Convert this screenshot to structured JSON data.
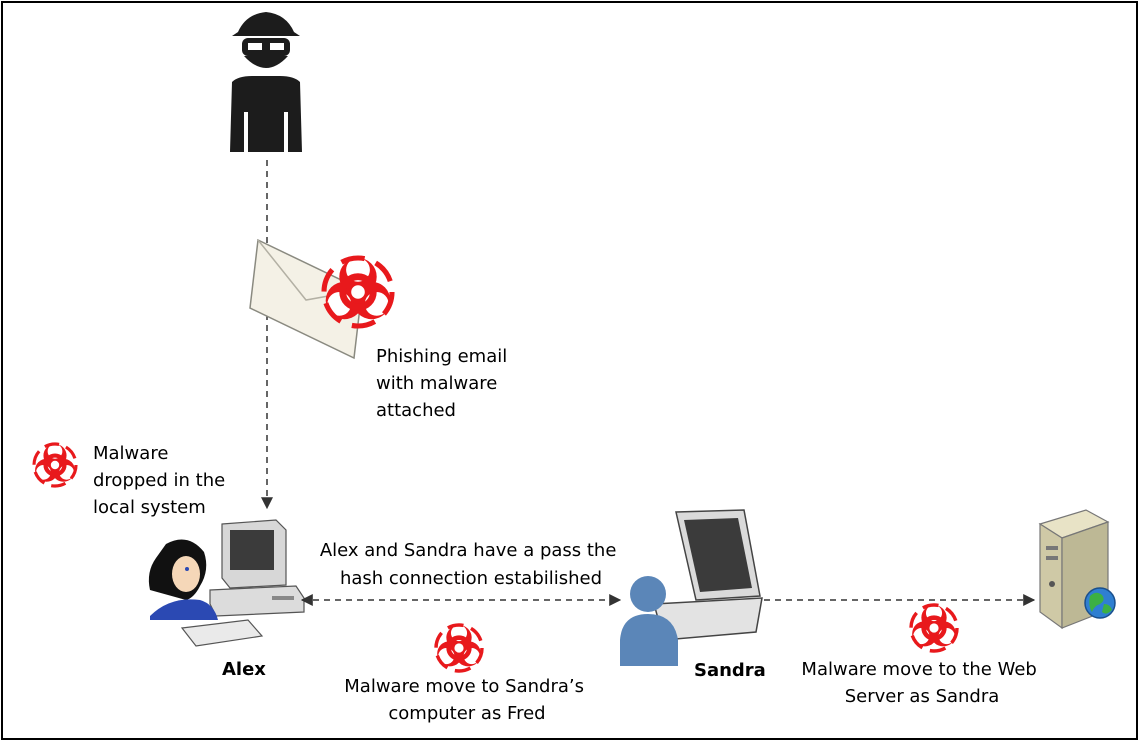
{
  "icons": {
    "attacker": "hacker-icon",
    "email": "envelope-icon",
    "malware": "biohazard-icon",
    "alex_workstation": "desktop-computer-user-icon",
    "sandra_laptop": "laptop-user-icon",
    "web_server": "web-server-icon"
  },
  "colors": {
    "malware": "#e8191c",
    "connector": "#333333",
    "user_blue": "#5b86b8",
    "attacker": "#1c1c1c"
  },
  "labels": {
    "phishing": [
      "Phishing email",
      "with malware",
      "attached"
    ],
    "dropped": [
      "Malware",
      "dropped in the",
      "local system"
    ],
    "connection": [
      "Alex and Sandra have a pass the",
      "hash connection estabilished"
    ],
    "move_sandra": [
      "Malware move to Sandra’s",
      "computer as Fred"
    ],
    "move_web": [
      "Malware move to the Web",
      "Server as Sandra"
    ]
  },
  "nodes": {
    "alex": "Alex",
    "sandra": "Sandra"
  }
}
